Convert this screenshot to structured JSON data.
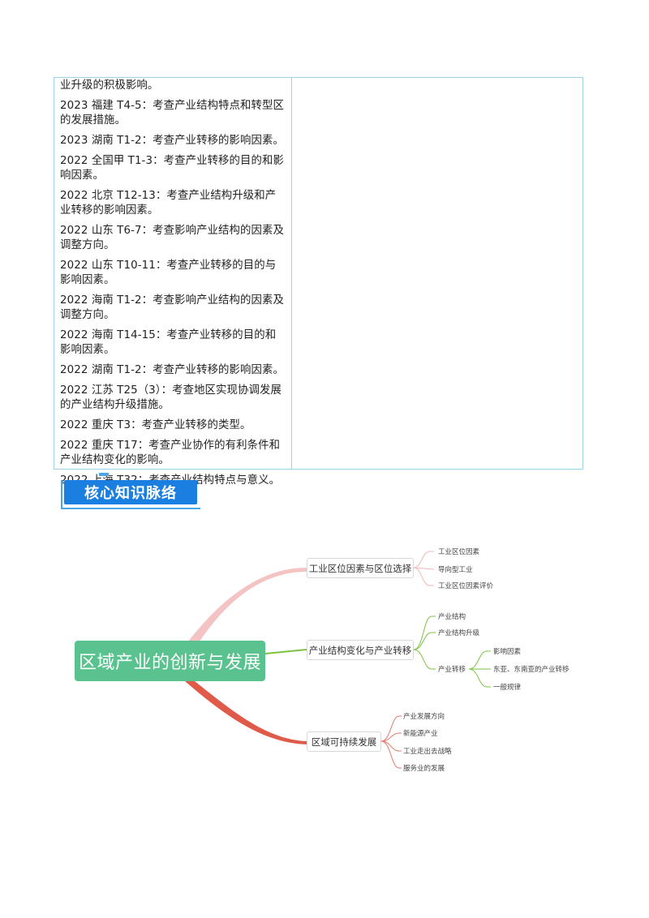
{
  "exam_entries": [
    "业升级的积极影响。",
    "2023 福建 T4-5：考查产业结构特点和转型区的发展措施。",
    "2023 湖南 T1-2：考查产业转移的影响因素。",
    "2022 全国甲 T1-3：考查产业转移的目的和影响因素。",
    "2022 北京 T12-13：考查产业结构升级和产业转移的影响因素。",
    "2022 山东 T6-7：考查影响产业结构的因素及调整方向。",
    "2022 山东 T10-11：考查产业转移的目的与影响因素。",
    "2022 海南 T1-2：考查影响产业结构的因素及调整方向。",
    "2022 海南 T14-15：考查产业转移的目的和影响因素。",
    "2022 湖南 T1-2：考查产业转移的影响因素。",
    "2022 江苏 T25（3）：考查地区实现协调发展的产业结构升级措施。",
    "2022 重庆 T3：考查产业转移的类型。",
    "2022 重庆 T17：考查产业协作的有利条件和产业结构变化的影响。",
    "2022 上海 T32：考查产业结构特点与意义。"
  ],
  "section_banner": "核心知识脉络",
  "mindmap": {
    "root": "区域产业的创新与发展",
    "colors": {
      "root": "#59c28e",
      "branch1": "#f4b6b6",
      "branch2": "#7cc243",
      "branch3": "#e05a4a"
    },
    "branches": [
      {
        "label": "工业区位因素与区位选择",
        "leaves": [
          "工业区位因素",
          "导向型工业",
          "工业区位因素评价"
        ]
      },
      {
        "label": "产业结构变化与产业转移",
        "leaves": [
          "产业结构",
          "产业结构升级",
          "产业转移"
        ],
        "sub_leaves": [
          "影响因素",
          "东亚、东南亚的产业转移",
          "一般规律"
        ]
      },
      {
        "label": "区域可持续发展",
        "leaves": [
          "产业发展方向",
          "新能源产业",
          "工业走出去战略",
          "服务业的发展"
        ]
      }
    ]
  }
}
